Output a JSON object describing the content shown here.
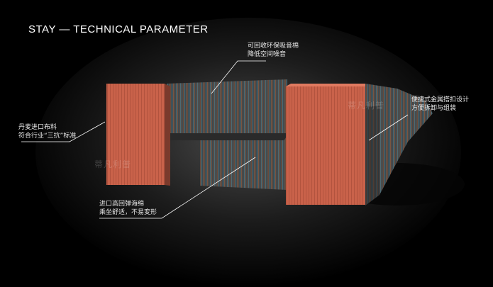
{
  "title": "STAY — TECHNICAL PARAMETER",
  "callouts": [
    {
      "id": "acoustic",
      "lines": [
        "可回收环保吸音棉",
        "降低空间噪音"
      ]
    },
    {
      "id": "fabric",
      "lines": [
        "丹麦进口布料",
        "符合行业“三抗”标准"
      ]
    },
    {
      "id": "sponge",
      "lines": [
        "进口高回弹海绵",
        "乘坐舒适，不易变形"
      ]
    },
    {
      "id": "assembly",
      "lines": [
        "便捷式金属搭扣设计",
        "方便拆卸与组装"
      ]
    }
  ],
  "watermarks": [
    "蒂凡利普",
    "蒂凡利普"
  ],
  "colors": {
    "background": "#000000",
    "panel_orange": "#c9624a",
    "fabric_base": "#3a4a52",
    "line": "#ffffff"
  }
}
